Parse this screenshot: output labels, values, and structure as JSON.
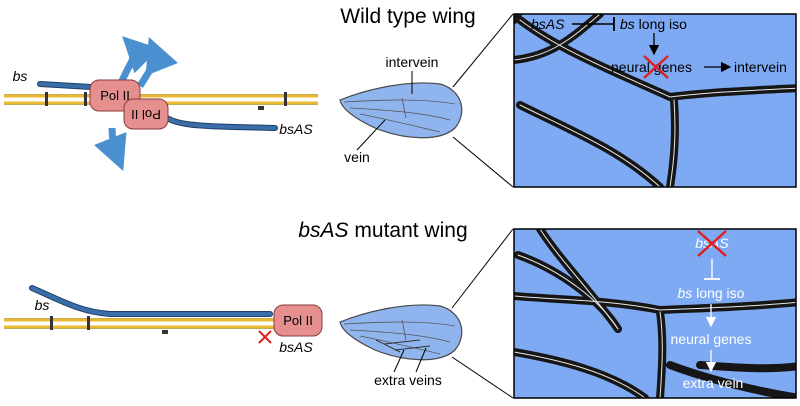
{
  "colors": {
    "dna": "#e9b930",
    "dna_dark": "#9a7a12",
    "transcript": "#3a6ea8",
    "arrow_blue": "#4a8fd0",
    "polymerase": "#e58f8f",
    "wing_blue": "#8fb4ee",
    "panel_blue": "#7ea9f3",
    "vein_black": "#161616",
    "cross_red": "#e02020"
  },
  "top": {
    "title": "Wild type wing",
    "gene_label": "bs",
    "antisense_label": "bsAS",
    "pol_label": "Pol II",
    "pol_label_flipped": "Pol II",
    "wing_labels": {
      "intervein": "intervein",
      "vein": "vein"
    },
    "panel": {
      "repressor": "bsAS",
      "target_italic": "bs",
      "target_rest": " long iso",
      "neural": "neural genes",
      "outcome": "intervein"
    }
  },
  "bottom": {
    "title_italic": "bsAS",
    "title_rest": " mutant wing",
    "gene_label": "bs",
    "antisense_label": "bsAS",
    "pol_label": "Pol II",
    "wing_labels": {
      "extra": "extra veins"
    },
    "panel": {
      "repressor": "bsAS",
      "target_italic": "bs",
      "target_rest": " long iso",
      "neural": "neural genes",
      "outcome": "extra vein"
    }
  }
}
